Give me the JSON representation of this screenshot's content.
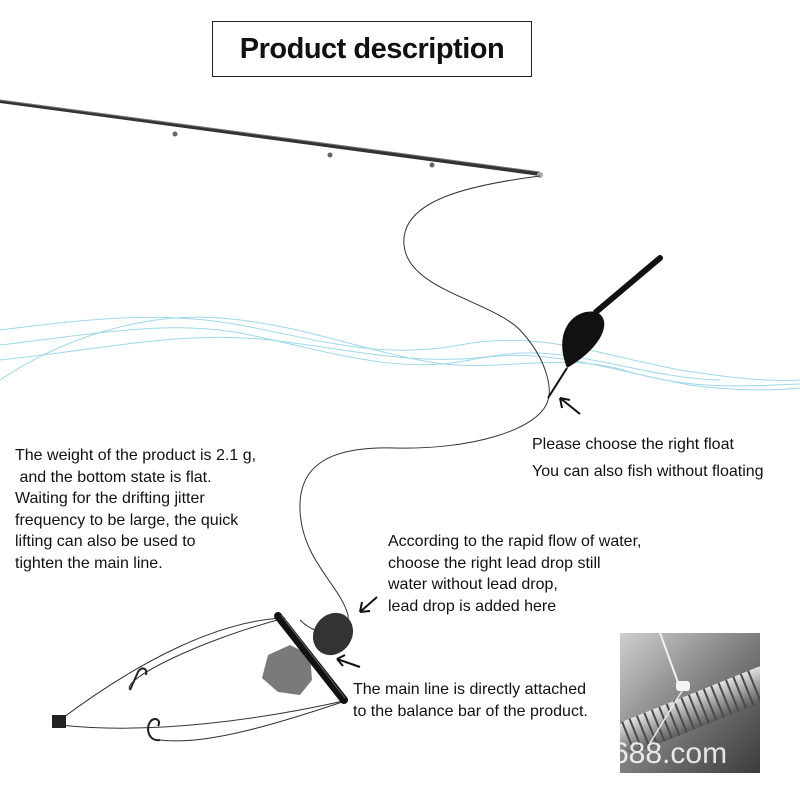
{
  "title": "Product description",
  "callouts": {
    "weight": [
      "The weight of the product is 2.1 g,",
      " and the bottom state is flat.",
      "Waiting for the drifting jitter",
      "frequency to be large, the quick",
      "lifting can also be used to",
      "tighten the main line."
    ],
    "float": [
      "Please choose the right float",
      "You can also fish without floating"
    ],
    "lead_drop": [
      "According to the rapid flow of water,",
      "choose the right lead drop still",
      "water without lead drop,",
      "lead drop is added here"
    ],
    "main_line": [
      "The main line is directly attached",
      "to the balance bar of the product."
    ]
  },
  "watermark": "688.com",
  "icons": [
    "fishing-rod-icon",
    "float-icon",
    "lead-sinker-icon",
    "bait-icon",
    "hook-icon",
    "balance-bar-icon",
    "arrow-icon"
  ],
  "colors": {
    "water": "#9fd8ea",
    "line": "#333333",
    "float": "#111111",
    "bait": "#7a7a7a"
  }
}
